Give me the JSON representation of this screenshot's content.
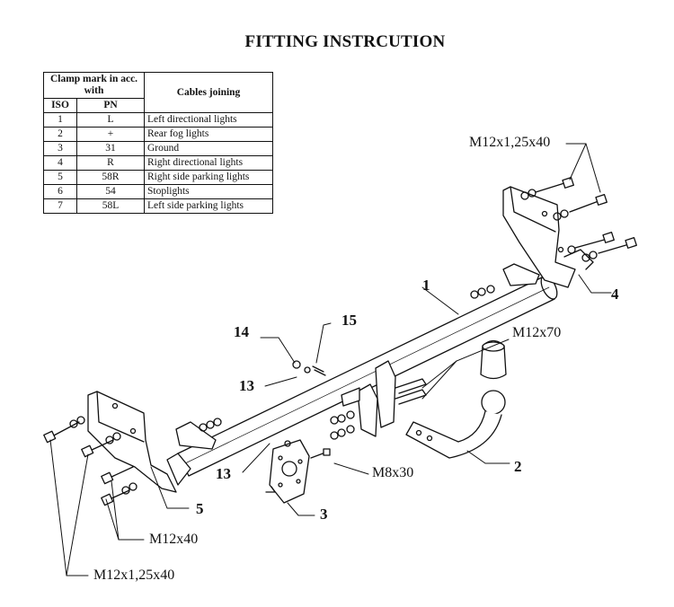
{
  "title": "FITTING INSTRCUTION",
  "table": {
    "header_group": "Clamp mark in acc. with",
    "header_iso": "ISO",
    "header_pn": "PN",
    "header_cables": "Cables joining",
    "rows": [
      {
        "iso": "1",
        "pn": "L",
        "desc": "Left directional lights"
      },
      {
        "iso": "2",
        "pn": "+",
        "desc": "Rear fog lights"
      },
      {
        "iso": "3",
        "pn": "31",
        "desc": "Ground"
      },
      {
        "iso": "4",
        "pn": "R",
        "desc": "Right directional lights"
      },
      {
        "iso": "5",
        "pn": "58R",
        "desc": "Right side parking lights"
      },
      {
        "iso": "6",
        "pn": "54",
        "desc": "Stoplights"
      },
      {
        "iso": "7",
        "pn": "58L",
        "desc": "Left side parking lights"
      }
    ]
  },
  "labels": {
    "bolt_right_top": "M12x1,25x40",
    "part_1": "1",
    "part_4": "4",
    "part_14": "14",
    "part_15": "15",
    "bolt_m12x70": "M12x70",
    "part_13_upper": "13",
    "part_13_lower": "13",
    "part_2": "2",
    "bolt_m8x30": "M8x30",
    "part_5": "5",
    "part_3": "3",
    "bolt_m12x40": "M12x40",
    "bolt_left_bottom": "M12x1,25x40"
  }
}
